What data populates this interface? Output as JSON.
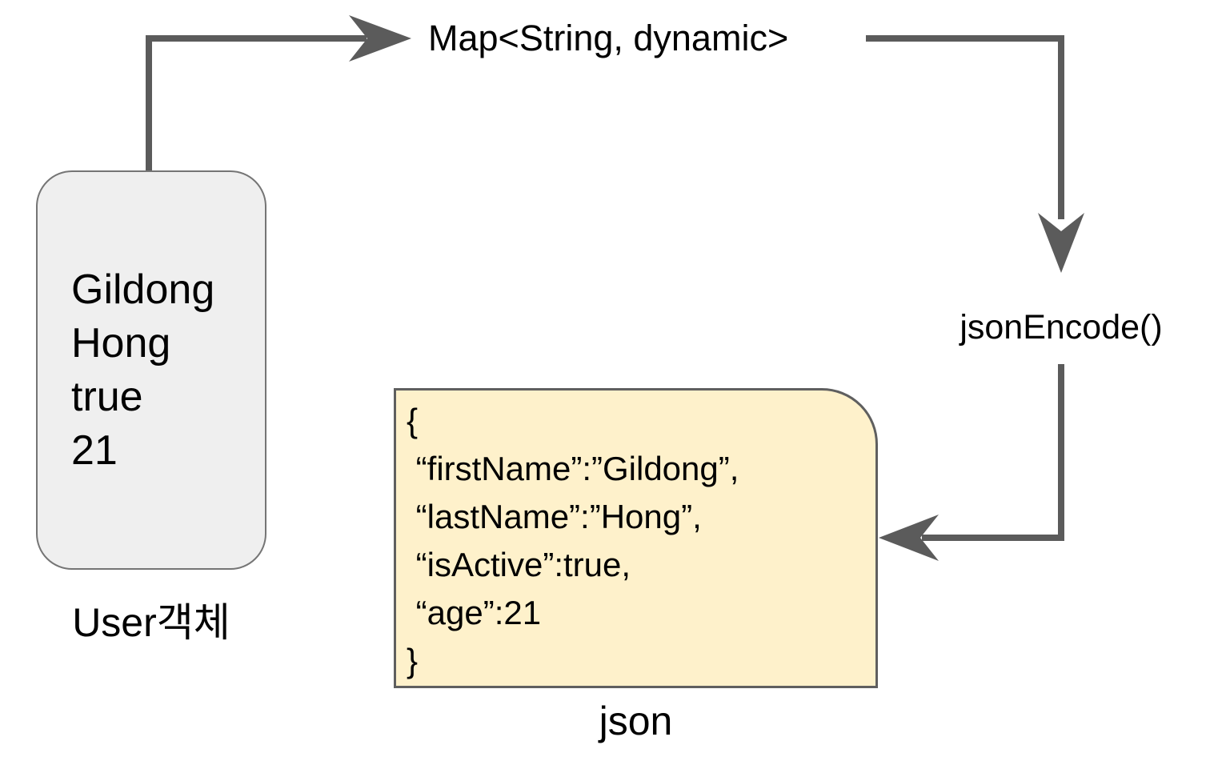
{
  "map_label": "Map<String, dynamic>",
  "json_encode_label": "jsonEncode()",
  "user_box": {
    "lines": [
      "Gildong",
      "Hong",
      "true",
      "21"
    ],
    "caption": "User객체"
  },
  "json_box": {
    "lines": [
      "{",
      " “firstName”:”Gildong”,",
      " “lastName”:”Hong”,",
      " “isActive”:true,",
      " “age”:21",
      "}"
    ],
    "caption": "json"
  },
  "colors": {
    "arrow": "#5b5b5b",
    "user_box_fill": "#efefef",
    "user_box_border": "#757575",
    "json_box_fill": "#fef1cb",
    "json_box_border": "#5f5f5f",
    "text": "#000000"
  }
}
